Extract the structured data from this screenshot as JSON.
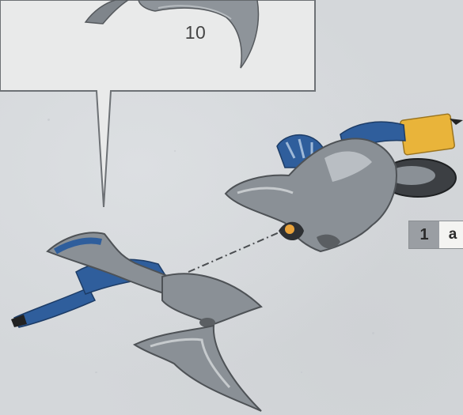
{
  "callout": {
    "quantity_label": "10"
  },
  "substep": {
    "number": "1",
    "letter": "a"
  },
  "palette": {
    "background": "#d4d7da",
    "callout_box": "#e9eaea",
    "part_silver": "#8a9096",
    "part_blue": "#2f5e9c",
    "axle_yellow": "#e9b43a"
  },
  "icons": {
    "callout_part": "curved-blade-piece",
    "assembly": "vehicle-body-assembly",
    "part_to_attach": "axe-blade-piece"
  }
}
